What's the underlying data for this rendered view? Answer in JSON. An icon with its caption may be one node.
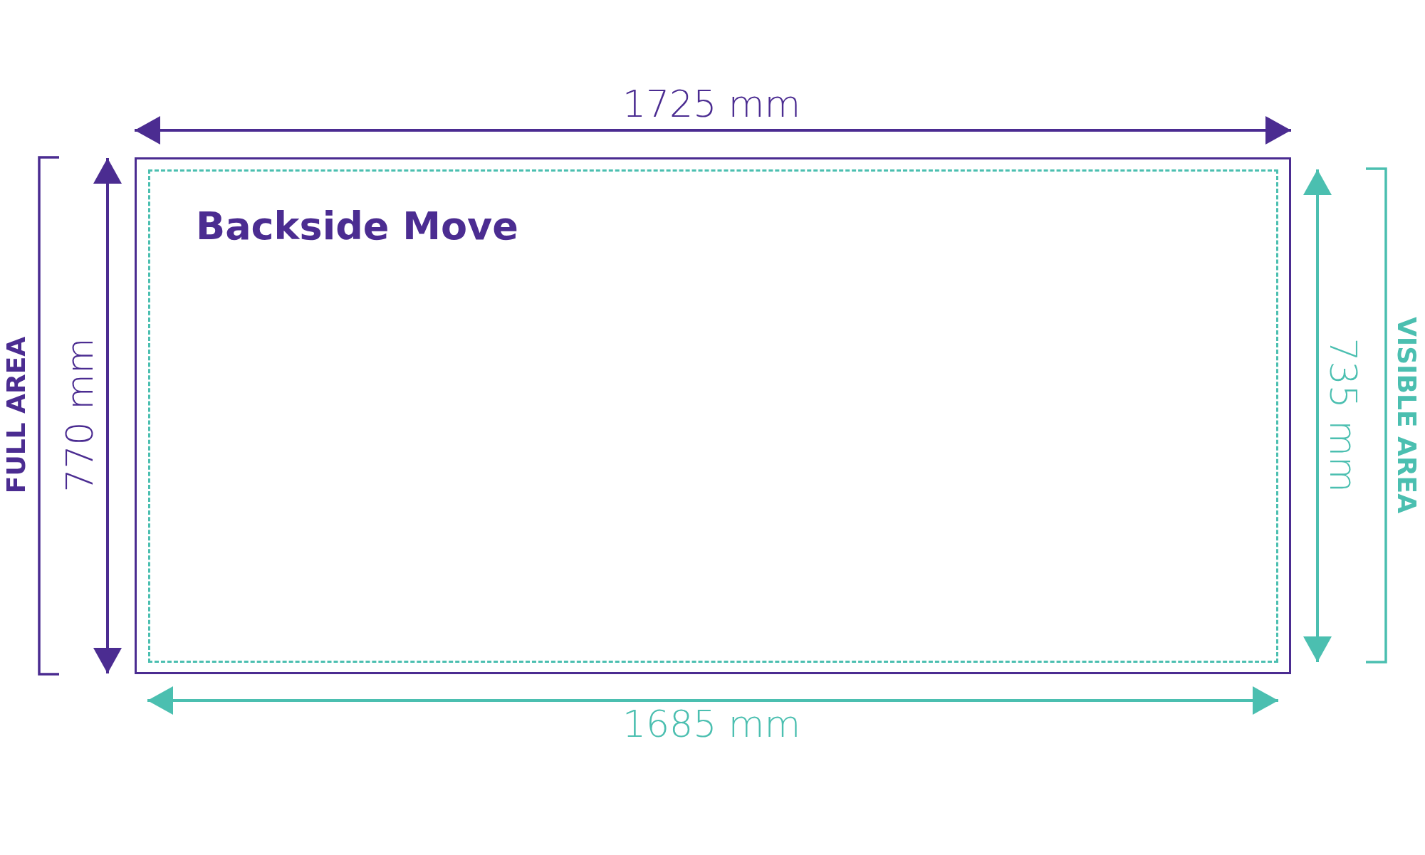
{
  "diagram": {
    "nodes": [
      {
        "text": [],
        "shape": "box"
      },
      {
        "text": [
          "Backside Move"
        ],
        "in": 0
      }
    ],
    "edges": [],
    "labels": [
      "1725 mm",
      "FULL AREA",
      "770 mm",
      "735 mm",
      "VISIBLE AREA",
      "1685 mm"
    ]
  }
}
